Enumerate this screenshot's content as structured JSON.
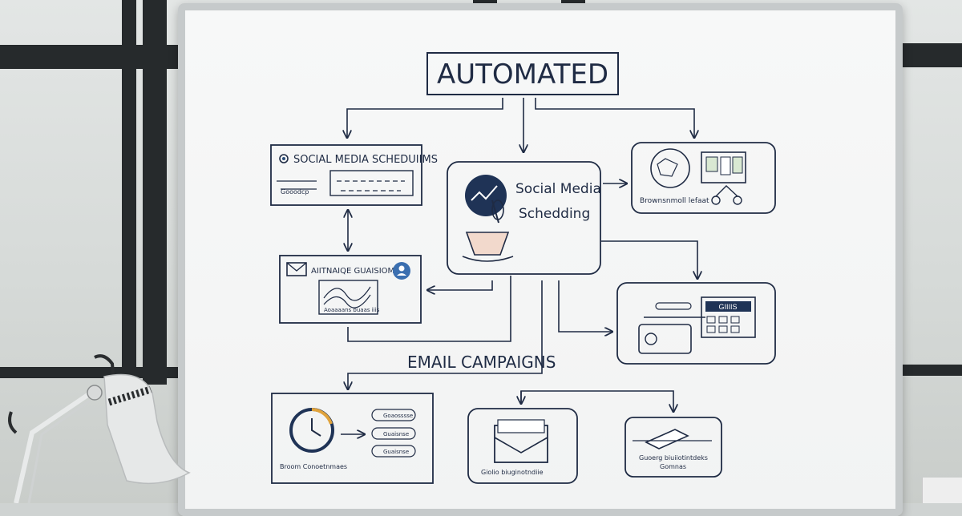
{
  "diagram": {
    "title": "AUTOMATED",
    "box_social_top": "SOCIAL MEDIA SCHEDUIIMS",
    "box_social_top_sub1": "Gooodcp",
    "box_center_line1": "Social Media",
    "box_center_line2": "Schedding",
    "box_email_small": "AIITNAIQE GUAISIOME",
    "box_email_small_caption": "Aoaaaans buaas iiis",
    "box_top_right_caption": "Brownsnmoll lefaat",
    "box_right_mid_label": "GIIIIS",
    "email_campaigns": "EMAIL CAMPAIGNS",
    "box_bottom_left_caption": "Broom Conoetnmaes",
    "box_bottom_left_tag1": "Goaosssse",
    "box_bottom_left_tag2": "Guaisnse",
    "box_bottom_left_tag3": "Guaisnse",
    "box_bottom_mid_caption": "Giolio biuginotndiie",
    "box_bottom_right_caption_line1": "Guoerg biuiiotintdeks",
    "box_bottom_right_caption_line2": "Gomnas"
  }
}
